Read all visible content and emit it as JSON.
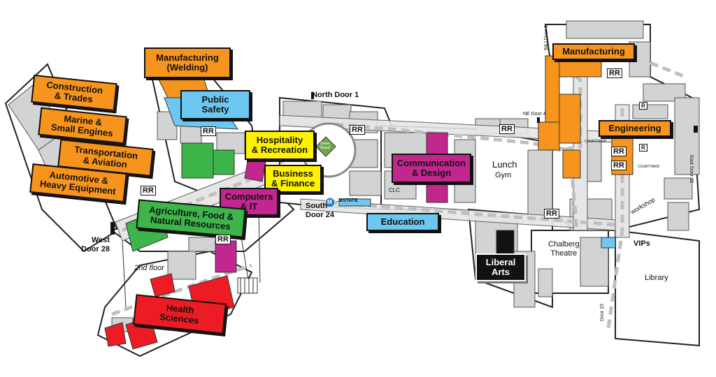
{
  "colors": {
    "orange": "#f7941d",
    "blue": "#6cc8f0",
    "yellow": "#fff200",
    "green": "#3db54a",
    "magenta": "#c2278f",
    "red": "#ed1c24",
    "room_gray": "#d1d3d4",
    "corridor": "#dcdcdc"
  },
  "labels": {
    "manufacturing_welding": [
      "Manufacturing",
      "(Welding)"
    ],
    "construction": [
      "Construction",
      "& Trades"
    ],
    "marine": [
      "Marine &",
      "Small Engines"
    ],
    "transportation": [
      "Transportation",
      "& Aviation"
    ],
    "automotive": [
      "Automotive &",
      "Heavy Equipment"
    ],
    "public_safety": [
      "Public",
      "Safety"
    ],
    "hospitality": [
      "Hospitality",
      "& Recreation"
    ],
    "business": [
      "Business",
      "& Finance"
    ],
    "computers": [
      "Computers",
      "& IT"
    ],
    "agriculture": [
      "Agriculture, Food &",
      "Natural Resources"
    ],
    "health": [
      "Health",
      "Sciences"
    ],
    "communication": [
      "Communication",
      "& Design"
    ],
    "education": [
      "Education"
    ],
    "liberal_arts": [
      "Liberal",
      "Arts"
    ],
    "manufacturing": [
      "Manufacturing"
    ],
    "engineering": [
      "Engineering"
    ]
  },
  "places": {
    "north_door": "North Door 1",
    "south_door": [
      "South",
      "Door 24"
    ],
    "west_door": [
      "West",
      "Door 28"
    ],
    "ne_door": "NE Door 4",
    "east_door": "East Door 11",
    "bj_door": "B&J Door 6",
    "door15": "Door 15",
    "second_floor": "2nd floor",
    "lunch": "Lunch",
    "gym": "Gym",
    "clc": "CLC",
    "mstate": "MSTATE",
    "chalberg": [
      "Chalberg",
      "Theatre"
    ],
    "vips": "VIPs",
    "library": "Library",
    "workshop": "workshop",
    "courtyard": "COURTYARD",
    "rr": "RR",
    "r": "R",
    "green_badge": [
      "Green",
      "Board"
    ],
    "mstate_logo": "M"
  }
}
